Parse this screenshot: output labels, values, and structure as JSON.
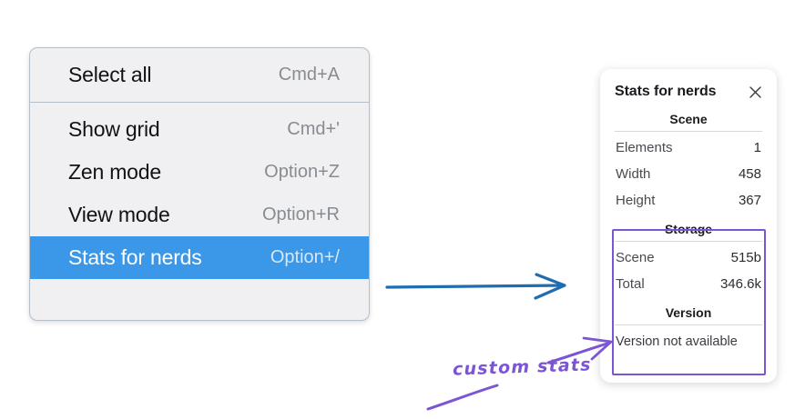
{
  "context_menu": {
    "groups": [
      {
        "items": [
          {
            "label": "Select all",
            "shortcut": "Cmd+A",
            "selected": false
          }
        ]
      },
      {
        "items": [
          {
            "label": "Show grid",
            "shortcut": "Cmd+'",
            "selected": false
          },
          {
            "label": "Zen mode",
            "shortcut": "Option+Z",
            "selected": false
          },
          {
            "label": "View mode",
            "shortcut": "Option+R",
            "selected": false
          },
          {
            "label": "Stats for nerds",
            "shortcut": "Option+/",
            "selected": true
          }
        ]
      }
    ],
    "highlight_color": "#3b97e8"
  },
  "stats_panel": {
    "title": "Stats for nerds",
    "close_icon": "close-icon",
    "sections": [
      {
        "name": "scene",
        "heading": "Scene",
        "rows": [
          {
            "key": "Elements",
            "value": "1"
          },
          {
            "key": "Width",
            "value": "458"
          },
          {
            "key": "Height",
            "value": "367"
          }
        ]
      },
      {
        "name": "storage",
        "heading": "Storage",
        "rows": [
          {
            "key": "Scene",
            "value": "515b"
          },
          {
            "key": "Total",
            "value": "346.6k"
          }
        ]
      },
      {
        "name": "version",
        "heading": "Version",
        "text": "Version not available"
      }
    ]
  },
  "annotations": {
    "handwritten_label": "custom stats",
    "ink_color": "#7b55d4",
    "flow_arrow_color": "#1f6cb0"
  }
}
